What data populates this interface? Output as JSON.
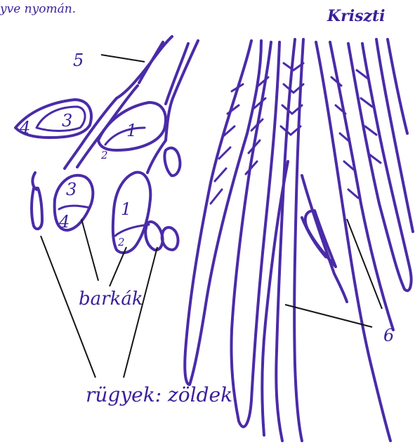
{
  "header": {
    "caption_fragment": "yve nyomán.",
    "author": "Kriszti"
  },
  "labels": {
    "five": "5",
    "three_top": "3",
    "four_top": "4",
    "one_top": "1",
    "two_top": "2",
    "three_left": "3",
    "four_left": "4",
    "one_mid": "1",
    "two_mid": "2",
    "six": "6",
    "catkins": "barkák",
    "buds": "rügyek: zöldek"
  },
  "colors": {
    "ink": "#4a2ba8",
    "text": "#3a1f9a",
    "leader": "#151515"
  }
}
